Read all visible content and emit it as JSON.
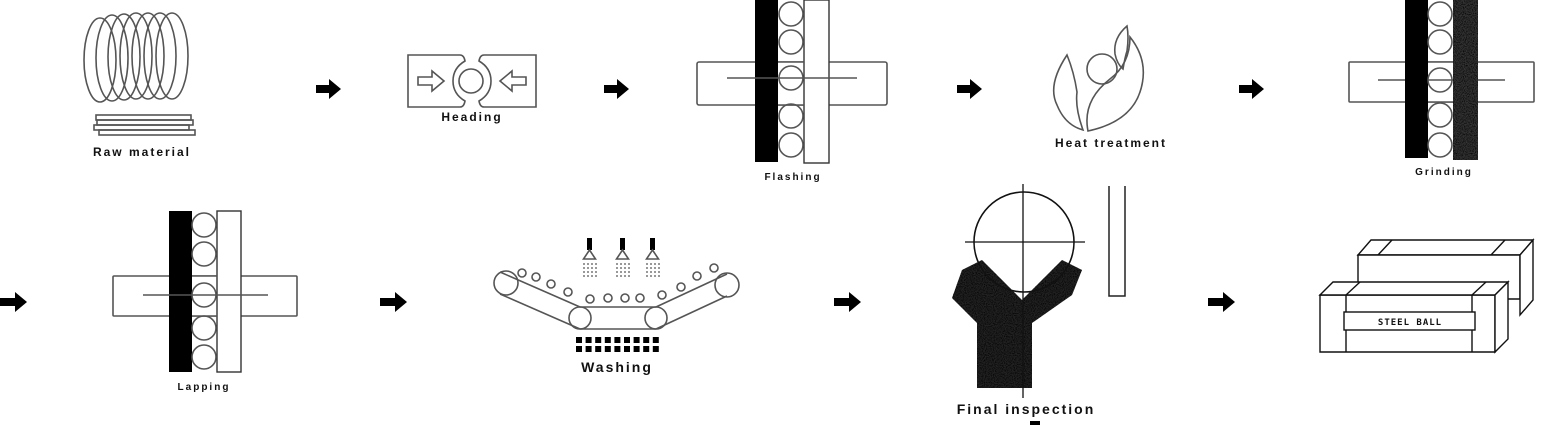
{
  "title": "Steel ball manufacturing process",
  "steps": [
    {
      "id": "raw-material",
      "label": "Raw material",
      "icon": "wire-coil-icon"
    },
    {
      "id": "heading",
      "label": "Heading",
      "icon": "heading-press-icon"
    },
    {
      "id": "flashing",
      "label": "Flashing",
      "icon": "flashing-plates-icon"
    },
    {
      "id": "heat-treatment",
      "label": "Heat treatment",
      "icon": "flame-icon"
    },
    {
      "id": "grinding",
      "label": "Grinding",
      "icon": "grinding-plates-icon"
    },
    {
      "id": "lapping",
      "label": "Lapping",
      "icon": "lapping-plates-icon"
    },
    {
      "id": "washing",
      "label": "Washing",
      "icon": "washing-conveyor-icon"
    },
    {
      "id": "final-inspection",
      "label": "Final inspection",
      "icon": "inspection-icon"
    },
    {
      "id": "packing",
      "label": "",
      "icon": "crate-icon"
    }
  ],
  "crate_label": "STEEL BALL",
  "arrow_icon": "right-arrow-icon",
  "colors": {
    "line": "#555555",
    "fill_dark": "#000000",
    "background": "#ffffff"
  }
}
